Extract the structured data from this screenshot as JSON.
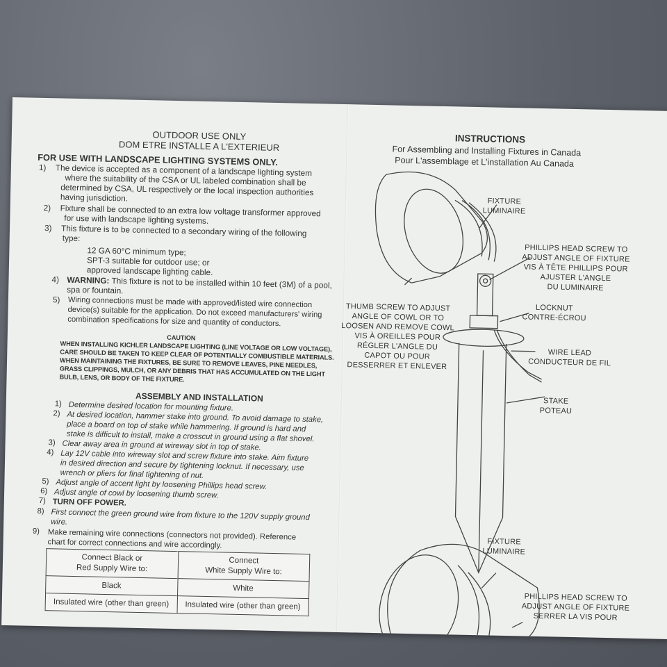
{
  "left": {
    "header_line1": "OUTDOOR USE ONLY",
    "header_line2": "DOM ETRE INSTALLE A L'EXTERIEUR",
    "section_title": "FOR USE WITH LANDSCAPE LIGHTING SYSTEMS ONLY.",
    "items": [
      {
        "num": "1)",
        "lines": [
          "The device is accepted as a component of a landscape lighting system",
          "where the suitability of the CSA or UL labeled combination shall be",
          "determined by CSA, UL respectively or the local inspection authorities",
          "having jurisdiction."
        ]
      },
      {
        "num": "2)",
        "lines": [
          "Fixture shall be connected to an extra low voltage transformer approved",
          "for use with landscape lighting systems."
        ]
      },
      {
        "num": "3)",
        "lines": [
          "This fixture is to be connected to a secondary wiring of the following",
          "type:"
        ]
      }
    ],
    "wire_types": [
      "12 GA 60°C minimum type;",
      "SPT-3 suitable for outdoor use; or",
      "approved landscape lighting cable."
    ],
    "item4_num": "4)",
    "item4_bold": "WARNING:",
    "item4_line1": "This fixture is not to be installed within 10 feet (3M) of a pool,",
    "item4_line2": "spa or fountain.",
    "item5_num": "5)",
    "item5_lines": [
      "Wiring connections must be made with approved/listed wire connection",
      "device(s) suitable for the application. Do not exceed manufacturers' wiring",
      "combination specifications for size and quantity of conductors."
    ],
    "caution_title": "CAUTION",
    "caution_lines": [
      "WHEN INSTALLING KICHLER LANDSCAPE LIGHTING (LINE VOLTAGE OR LOW VOLTAGE),",
      "CARE SHOULD BE TAKEN TO KEEP CLEAR OF POTENTIALLY COMBUSTIBLE MATERIALS.",
      "WHEN MAINTAINING THE FIXTURES, BE SURE TO REMOVE LEAVES, PINE NEEDLES,",
      "GRASS CLIPPINGS, MULCH, OR ANY DEBRIS THAT HAS ACCUMULATED ON THE LIGHT",
      "BULB, LENS, OR BODY OF THE FIXTURE."
    ],
    "assembly_title": "ASSEMBLY AND INSTALLATION",
    "assembly_steps": [
      {
        "num": "1)",
        "lines": [
          "Determine desired location for mounting fixture."
        ]
      },
      {
        "num": "2)",
        "lines": [
          "At desired location, hammer stake into ground. To avoid damage to stake,",
          "place a board on top of stake while hammering. If ground is hard and",
          "stake is difficult to install, make a crosscut in ground using a flat shovel."
        ]
      },
      {
        "num": "3)",
        "lines": [
          "Clear away area in ground at wireway slot in top of stake."
        ]
      },
      {
        "num": "4)",
        "lines": [
          "Lay 12V cable into wireway slot and screw fixture into stake. Aim fixture",
          "in desired direction and secure by tightening locknut. If necessary, use",
          "wrench or pliers for final tightening of nut."
        ]
      },
      {
        "num": "5)",
        "lines": [
          "Adjust angle of accent light by loosening Phillips head screw."
        ]
      },
      {
        "num": "6)",
        "lines": [
          "Adjust angle of cowl by loosening thumb screw."
        ]
      }
    ],
    "step7_num": "7)",
    "step7": "TURN OFF POWER.",
    "step8_num": "8)",
    "step8_lines": [
      "First connect the green ground wire from fixture to the 120V supply ground",
      "wire."
    ],
    "step9_num": "9)",
    "step9_lines": [
      "Make remaining wire connections (connectors not provided). Reference",
      "chart for correct connections and wire accordingly."
    ],
    "table": {
      "col1_header_l1": "Connect Black or",
      "col1_header_l2": "Red Supply Wire to:",
      "col2_header_l1": "Connect",
      "col2_header_l2": "White Supply Wire to:",
      "row1": [
        "Black",
        "White"
      ],
      "row2": [
        "Insulated wire (other than green)",
        "Insulated wire (other than green)"
      ]
    }
  },
  "right": {
    "title": "INSTRUCTIONS",
    "subtitle1": "For Assembling and Installing Fixtures in Canada",
    "subtitle2": "Pour L'assemblage et L'installation Au Canada",
    "labels": {
      "fixture": [
        "FIXTURE",
        "LUMINAIRE"
      ],
      "phillips": [
        "PHILLIPS HEAD SCREW TO",
        "ADJUST ANGLE OF FIXTURE",
        "VIS À TÊTE PHILLIPS POUR",
        "AJUSTER L'ANGLE",
        "DU LUMINAIRE"
      ],
      "thumb": [
        "THUMB SCREW TO ADJUST",
        "ANGLE OF COWL OR TO",
        "LOOSEN AND REMOVE COWL",
        "VIS À OREILLES POUR",
        "RÉGLER L'ANGLE DU",
        "CAPOT OU POUR",
        "DESSERRER ET ENLEVER"
      ],
      "locknut": [
        "LOCKNUT",
        "CONTRE-ÉCROU"
      ],
      "wire": [
        "WIRE LEAD",
        "CONDUCTEUR DE FIL"
      ],
      "stake": [
        "STAKE",
        "POTEAU"
      ],
      "fixture2": [
        "FIXTURE",
        "LUMINAIRE"
      ],
      "phillips2": [
        "PHILLIPS HEAD SCREW TO",
        "ADJUST ANGLE OF FIXTURE",
        "SERRER LA VIS POUR"
      ]
    }
  }
}
